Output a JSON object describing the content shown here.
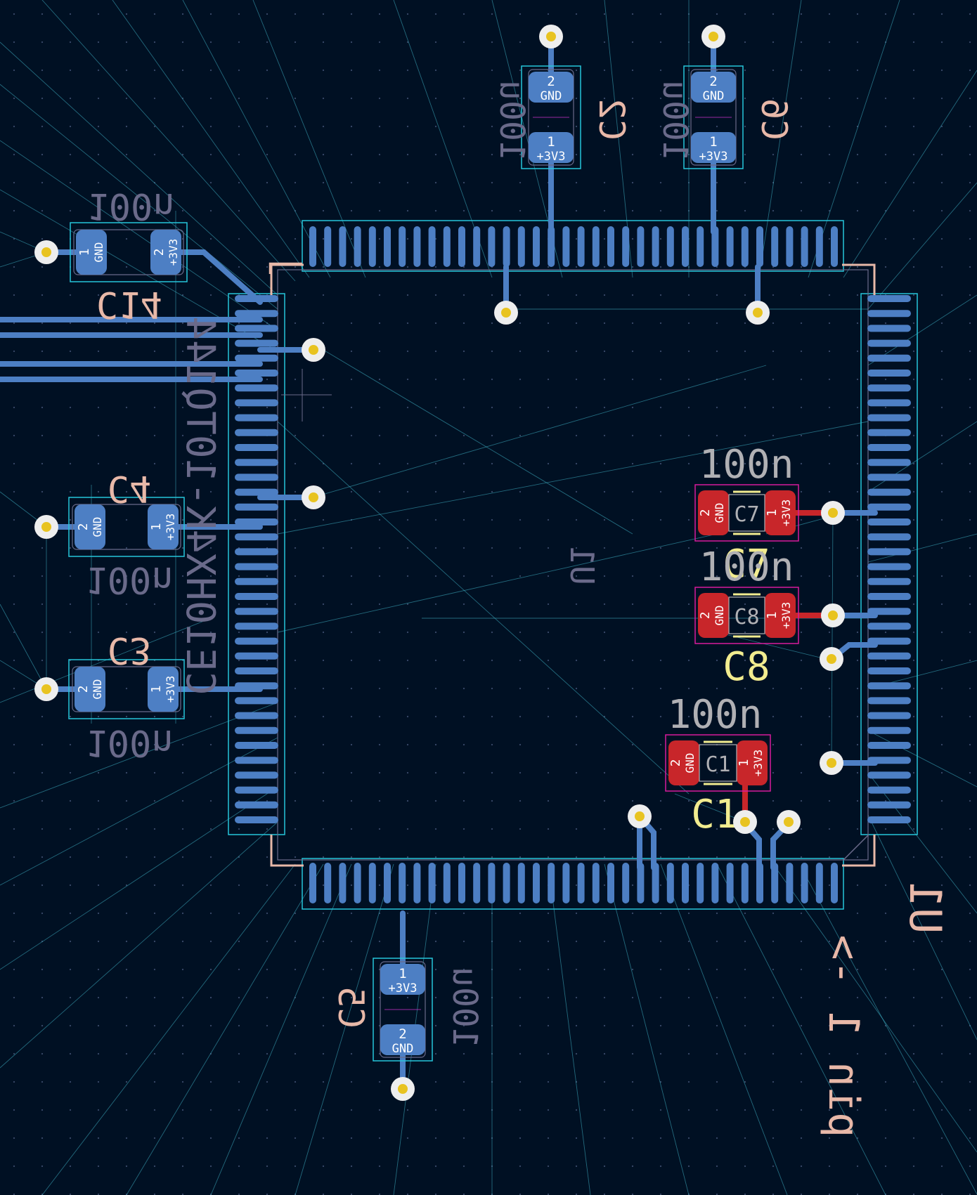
{
  "colors": {
    "background": "#001023",
    "grid_dot": "#3a4a6a",
    "ratsnest": "#3fb4c8",
    "courtyard": "#26c6da",
    "back_copper": "#4d7fc4",
    "front_copper": "#c8262a",
    "front_courtyard": "#d81b9c",
    "back_silk": "#e8b8a8",
    "back_fab": "#6a6a8a",
    "front_silk": "#f2ec8f",
    "front_fab": "#b0b0b4",
    "via": "#e8c320",
    "via_ring": "#eeeeee",
    "chip_outline": "#e8b8a8"
  },
  "chip": {
    "reference_back": "U1",
    "value_back": "CE10HX4K-10TQ144",
    "pin_marker": "pin 1 ->",
    "center_ref": "U1"
  },
  "capacitors": [
    {
      "ref": "C2",
      "value": "100u",
      "side": "back",
      "pad1_label": "1",
      "pad1_net": "+3V3",
      "pad2_label": "2",
      "pad2_net": "GND"
    },
    {
      "ref": "C6",
      "value": "100u",
      "side": "back",
      "pad1_label": "1",
      "pad1_net": "+3V3",
      "pad2_label": "2",
      "pad2_net": "GND"
    },
    {
      "ref": "C14",
      "value": "100n",
      "side": "back",
      "pad1_label": "1",
      "pad1_net": "GND",
      "pad2_label": "2",
      "pad2_net": "+3V3"
    },
    {
      "ref": "C4",
      "value": "100n",
      "side": "back",
      "pad1_label": "1",
      "pad1_net": "+3V3",
      "pad2_label": "2",
      "pad2_net": "GND"
    },
    {
      "ref": "C3",
      "value": "100n",
      "side": "back",
      "pad1_label": "1",
      "pad1_net": "+3V3",
      "pad2_label": "2",
      "pad2_net": "GND"
    },
    {
      "ref": "C5",
      "value": "100u",
      "side": "back",
      "pad1_label": "1",
      "pad1_net": "+3V3",
      "pad2_label": "2",
      "pad2_net": "GND"
    },
    {
      "ref": "C7",
      "value": "100n",
      "side": "front",
      "pad1_label": "1",
      "pad1_net": "+3V3",
      "pad2_label": "2",
      "pad2_net": "GND"
    },
    {
      "ref": "C8",
      "value": "100n",
      "side": "front",
      "pad1_label": "1",
      "pad1_net": "+3V3",
      "pad2_label": "2",
      "pad2_net": "GND"
    },
    {
      "ref": "C1",
      "value": "100n",
      "side": "front",
      "pad1_label": "1",
      "pad1_net": "+3V3",
      "pad2_label": "2",
      "pad2_net": "GND"
    }
  ]
}
